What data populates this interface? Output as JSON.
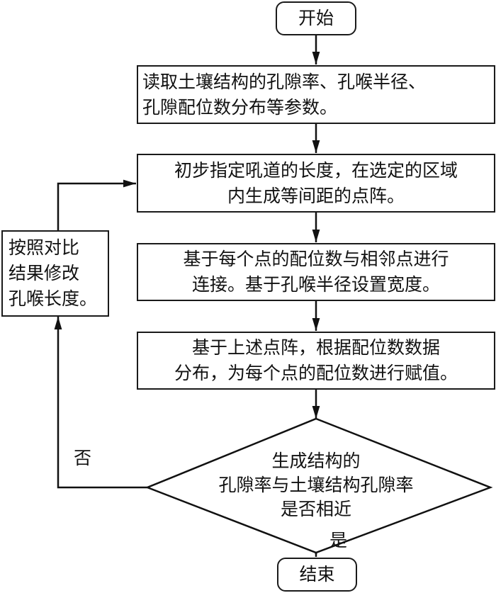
{
  "diagram": {
    "type": "flowchart",
    "nodes": {
      "start": {
        "text": "开始"
      },
      "step1": {
        "text": "读取土壤结构的孔隙率、孔喉半径、\n孔隙配位数分布等参数。"
      },
      "step2": {
        "text": "初步指定吼道的长度，在选定的区域\n内生成等间距的点阵。"
      },
      "step3": {
        "text": "基于每个点的配位数与相邻点进行\n连接。基于孔喉半径设置宽度。"
      },
      "step4": {
        "text": "基于上述点阵，根据配位数数据\n分布，为每个点的配位数进行赋值。"
      },
      "decision": {
        "text": "生成结构的\n孔隙率与土壤结构孔隙率\n是否相近"
      },
      "modify": {
        "text": "按照对比\n结果修改\n孔喉长度。"
      },
      "end": {
        "text": "结束"
      }
    },
    "edge_labels": {
      "no": "否",
      "yes": "是"
    },
    "edges": [
      {
        "from": "start",
        "to": "step1"
      },
      {
        "from": "step1",
        "to": "step2"
      },
      {
        "from": "step2",
        "to": "step3"
      },
      {
        "from": "step3",
        "to": "step4"
      },
      {
        "from": "step4",
        "to": "decision"
      },
      {
        "from": "decision",
        "to": "end",
        "label": "是"
      },
      {
        "from": "decision",
        "to": "modify",
        "label": "否"
      },
      {
        "from": "modify",
        "to": "step2"
      }
    ]
  }
}
